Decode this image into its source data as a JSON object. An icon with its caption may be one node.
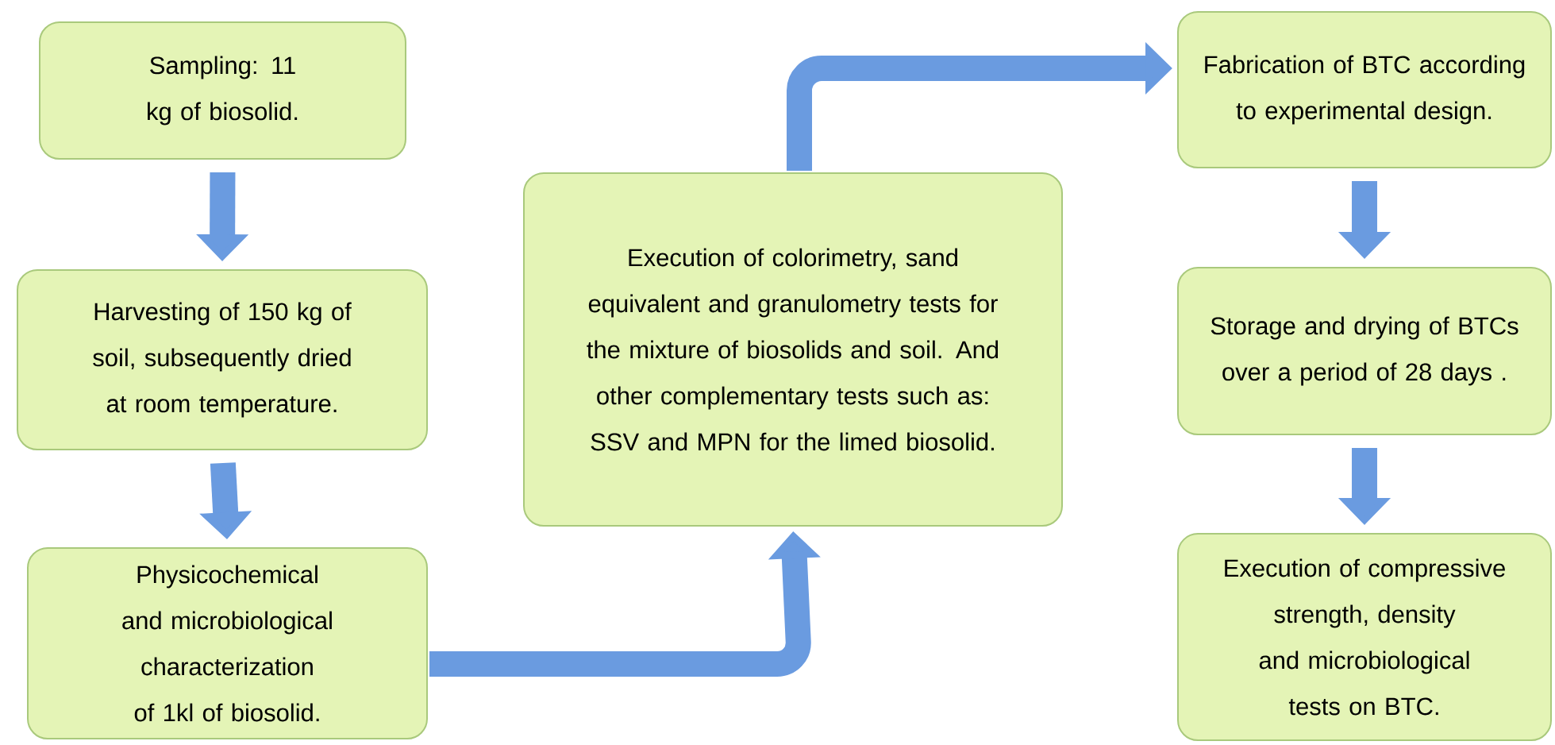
{
  "diagram": {
    "nodes": [
      {
        "text": [
          "Sampling: 11 kg of biosolid."
        ]
      },
      {
        "text": [
          "Harvesting of 150 kg of soil, subsequently dried at room temperature."
        ]
      },
      {
        "text": [
          "Physicochemical and microbiological characterization of 1kl of biosolid."
        ]
      },
      {
        "text": [
          "Execution of colorimetry, sand equivalent and granulometry tests for the mixture of biosolids and soil. And other complementary tests such as: SSV and MPN for the limed biosolid."
        ]
      },
      {
        "text": [
          "Fabrication of BTC according to experimental design."
        ]
      },
      {
        "text": [
          "Storage and drying of BTCs over a period of 28 days ."
        ]
      },
      {
        "text": [
          "Execution of compressive strength, density and microbiological tests on BTC."
        ]
      }
    ],
    "edges": [
      {
        "from": 0,
        "to": 1,
        "arrow": "to"
      },
      {
        "from": 1,
        "to": 2,
        "arrow": "to"
      },
      {
        "from": 2,
        "to": 3,
        "arrow": "to"
      },
      {
        "from": 3,
        "to": 4,
        "arrow": "to"
      },
      {
        "from": 4,
        "to": 5,
        "arrow": "to"
      },
      {
        "from": 5,
        "to": 6,
        "arrow": "to"
      }
    ]
  }
}
